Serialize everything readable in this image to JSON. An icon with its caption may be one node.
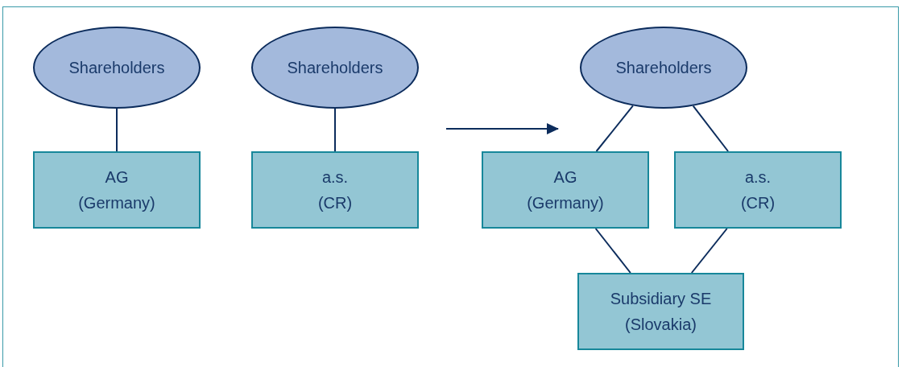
{
  "diagram": {
    "nodes": [
      {
        "text": [
          "Shareholders"
        ]
      },
      {
        "text": [
          "AG",
          "(Germany)"
        ]
      },
      {
        "text": [
          "Shareholders"
        ]
      },
      {
        "text": [
          "a.s.",
          "(CR)"
        ]
      },
      {
        "text": [
          "Shareholders"
        ]
      },
      {
        "text": [
          "AG",
          "(Germany)"
        ]
      },
      {
        "text": [
          "a.s.",
          "(CR)"
        ]
      },
      {
        "text": [
          "Subsidiary SE",
          "(Slovakia)"
        ]
      }
    ],
    "edges": [
      {
        "from": 0,
        "to": 1,
        "arrow": "none"
      },
      {
        "from": 2,
        "to": 3,
        "arrow": "none"
      },
      {
        "from": 4,
        "to": 5,
        "arrow": "none"
      },
      {
        "from": 4,
        "to": 6,
        "arrow": "none"
      },
      {
        "from": 5,
        "to": 7,
        "arrow": "none"
      },
      {
        "from": 6,
        "to": 7,
        "arrow": "none"
      }
    ]
  }
}
